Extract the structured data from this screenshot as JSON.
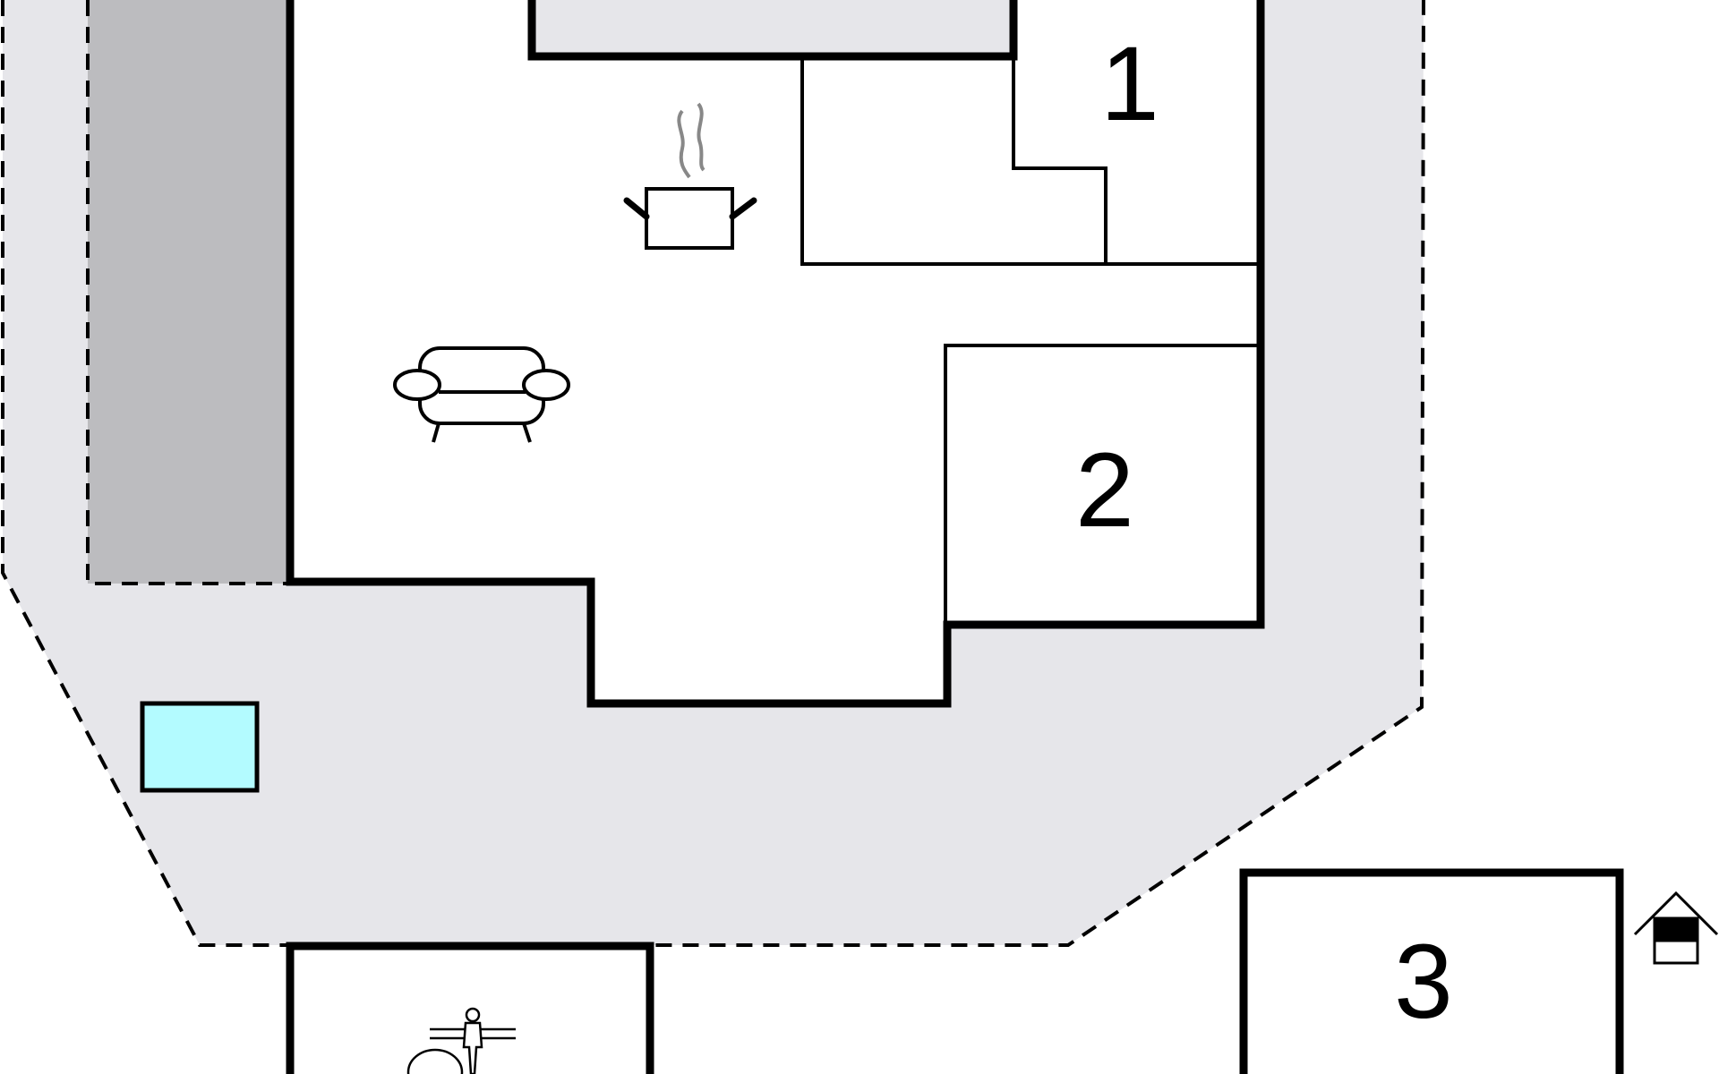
{
  "floorplan": {
    "rooms": [
      {
        "number": "1"
      },
      {
        "number": "2"
      },
      {
        "number": "3"
      }
    ],
    "icons": [
      "kitchen-pot-icon",
      "sofa-icon",
      "outdoor-shower-icon",
      "sauna-house-icon"
    ],
    "colors": {
      "terrace": "#e6e6ea",
      "carport": "#bcbcbf",
      "pool": "#b3fbff",
      "walls": "#000000",
      "steam": "#888888"
    }
  }
}
